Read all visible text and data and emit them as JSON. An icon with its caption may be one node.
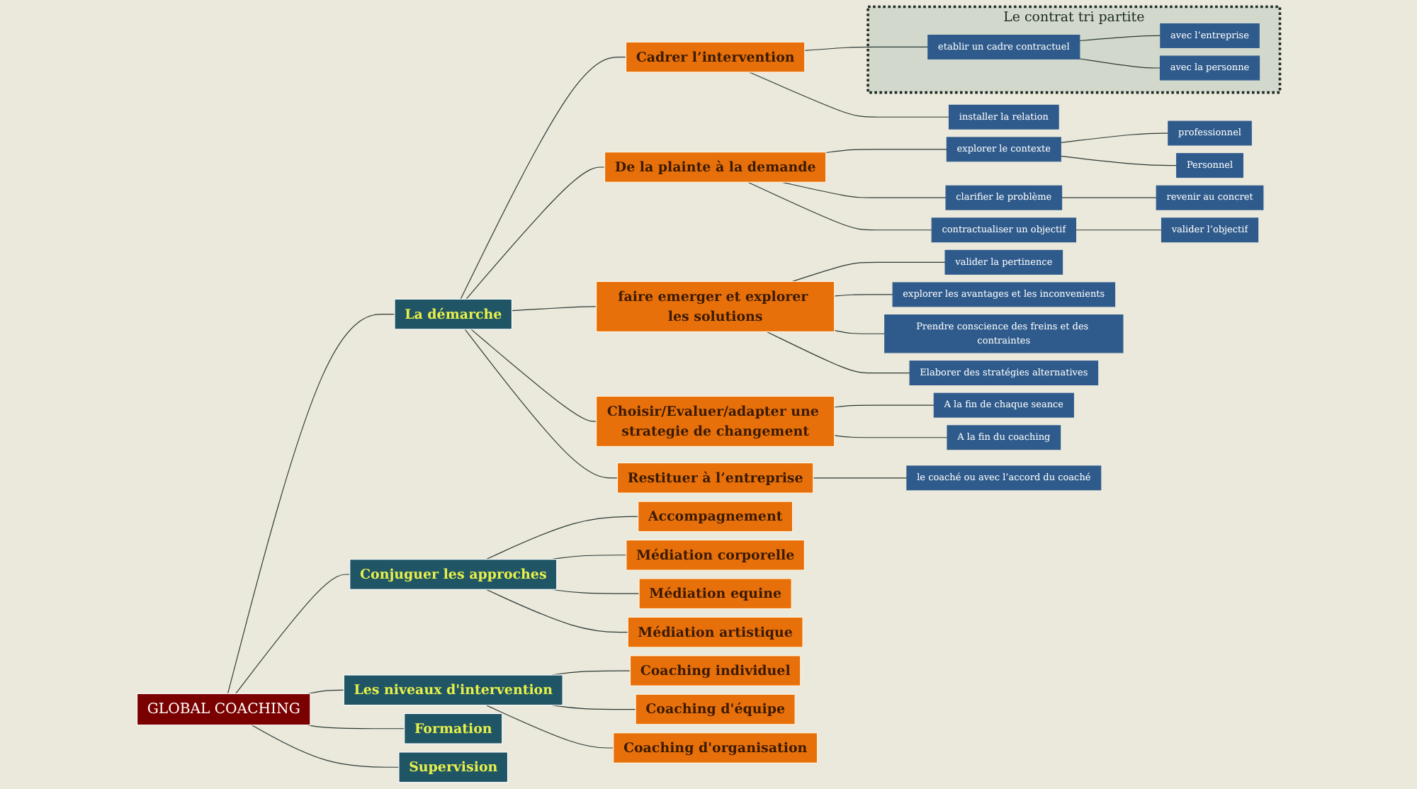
{
  "diagram": {
    "nodes": [
      {
        "text": [
          "GLOBAL COACHING"
        ]
      },
      {
        "text": [
          "La démarche"
        ]
      },
      {
        "text": [
          "Cadrer l’intervention"
        ]
      },
      {
        "text": [
          "Le contrat tri partite"
        ]
      },
      {
        "text": [
          "etablir un cadre contractuel"
        ],
        "in": 3
      },
      {
        "text": [
          "avec l’entreprise"
        ],
        "in": 3
      },
      {
        "text": [
          "avec la personne"
        ],
        "in": 3
      },
      {
        "text": [
          "installer la relation"
        ]
      },
      {
        "text": [
          "De la plainte à la demande"
        ]
      },
      {
        "text": [
          "explorer le contexte"
        ]
      },
      {
        "text": [
          "professionnel"
        ]
      },
      {
        "text": [
          "Personnel"
        ]
      },
      {
        "text": [
          "clarifier le problème"
        ]
      },
      {
        "text": [
          "revenir au concret"
        ]
      },
      {
        "text": [
          "contractualiser un objectif"
        ]
      },
      {
        "text": [
          "valider l’objectif"
        ]
      },
      {
        "text": [
          "faire emerger et explorer les solutions"
        ]
      },
      {
        "text": [
          "valider la pertinence"
        ]
      },
      {
        "text": [
          "explorer les avantages et les inconvenients"
        ]
      },
      {
        "text": [
          "Prendre conscience des freins et des contraintes"
        ]
      },
      {
        "text": [
          "Elaborer des stratégies alternatives"
        ]
      },
      {
        "text": [
          "Choisir/Evaluer/adapter une strategie de changement"
        ]
      },
      {
        "text": [
          "A la fin de chaque seance"
        ]
      },
      {
        "text": [
          "A la fin du coaching"
        ]
      },
      {
        "text": [
          "Restituer à l’entreprise"
        ]
      },
      {
        "text": [
          "le coaché ou avec l’accord du coaché"
        ]
      },
      {
        "text": [
          "Conjuguer les approches"
        ]
      },
      {
        "text": [
          "Accompagnement"
        ]
      },
      {
        "text": [
          "Médiation corporelle"
        ]
      },
      {
        "text": [
          "Médiation equine"
        ]
      },
      {
        "text": [
          "Médiation artistique"
        ]
      },
      {
        "text": [
          "Les niveaux d'intervention"
        ]
      },
      {
        "text": [
          "Coaching individuel"
        ]
      },
      {
        "text": [
          "Coaching d'équipe"
        ]
      },
      {
        "text": [
          "Coaching d'organisation"
        ]
      },
      {
        "text": [
          "Formation"
        ]
      },
      {
        "text": [
          "Supervision"
        ]
      }
    ],
    "edges": [
      {
        "from": 0,
        "to": 1,
        "arrow": "none"
      },
      {
        "from": 1,
        "to": 2,
        "arrow": "none"
      },
      {
        "from": 2,
        "to": 4,
        "arrow": "none"
      },
      {
        "from": 4,
        "to": 5,
        "arrow": "none"
      },
      {
        "from": 4,
        "to": 6,
        "arrow": "none"
      },
      {
        "from": 2,
        "to": 7,
        "arrow": "none"
      },
      {
        "from": 1,
        "to": 8,
        "arrow": "none"
      },
      {
        "from": 8,
        "to": 9,
        "arrow": "none"
      },
      {
        "from": 9,
        "to": 10,
        "arrow": "none"
      },
      {
        "from": 9,
        "to": 11,
        "arrow": "none"
      },
      {
        "from": 8,
        "to": 12,
        "arrow": "none"
      },
      {
        "from": 12,
        "to": 13,
        "arrow": "none"
      },
      {
        "from": 8,
        "to": 14,
        "arrow": "none"
      },
      {
        "from": 14,
        "to": 15,
        "arrow": "none"
      },
      {
        "from": 1,
        "to": 16,
        "arrow": "none"
      },
      {
        "from": 16,
        "to": 17,
        "arrow": "none"
      },
      {
        "from": 16,
        "to": 18,
        "arrow": "none"
      },
      {
        "from": 16,
        "to": 19,
        "arrow": "none"
      },
      {
        "from": 16,
        "to": 20,
        "arrow": "none"
      },
      {
        "from": 1,
        "to": 21,
        "arrow": "none"
      },
      {
        "from": 21,
        "to": 22,
        "arrow": "none"
      },
      {
        "from": 21,
        "to": 23,
        "arrow": "none"
      },
      {
        "from": 1,
        "to": 24,
        "arrow": "none"
      },
      {
        "from": 24,
        "to": 25,
        "arrow": "none"
      },
      {
        "from": 0,
        "to": 26,
        "arrow": "none"
      },
      {
        "from": 26,
        "to": 27,
        "arrow": "none"
      },
      {
        "from": 26,
        "to": 28,
        "arrow": "none"
      },
      {
        "from": 26,
        "to": 29,
        "arrow": "none"
      },
      {
        "from": 26,
        "to": 30,
        "arrow": "none"
      },
      {
        "from": 0,
        "to": 31,
        "arrow": "none"
      },
      {
        "from": 31,
        "to": 32,
        "arrow": "none"
      },
      {
        "from": 31,
        "to": 33,
        "arrow": "none"
      },
      {
        "from": 31,
        "to": 34,
        "arrow": "none"
      },
      {
        "from": 0,
        "to": 35,
        "arrow": "none"
      },
      {
        "from": 0,
        "to": 36,
        "arrow": "none"
      }
    ]
  }
}
